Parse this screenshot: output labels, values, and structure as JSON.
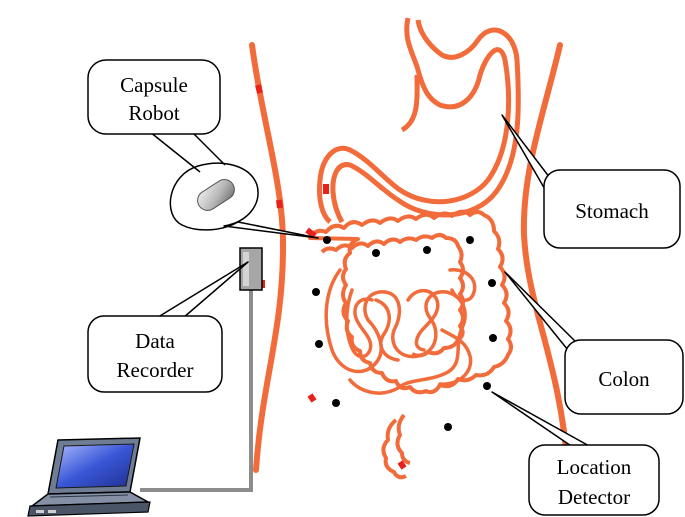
{
  "labels": {
    "capsule_line1": "Capsule",
    "capsule_line2": "Robot",
    "stomach": "Stomach",
    "colon": "Colon",
    "recorder_line1": "Data",
    "recorder_line2": "Recorder",
    "detector_line1": "Location",
    "detector_line2": "Detector"
  },
  "colors": {
    "organ_stroke": "#f26b3a",
    "organ_dark": "#e8211b",
    "outline": "#000000",
    "cable": "#8c8c8c",
    "recorder": "#a6a6a6",
    "screen": "#3a56d6",
    "laptop_body": "#6f7d94"
  },
  "icons": [
    "capsule-pill-icon",
    "data-recorder-icon",
    "laptop-icon",
    "location-detector-dot-icon"
  ]
}
